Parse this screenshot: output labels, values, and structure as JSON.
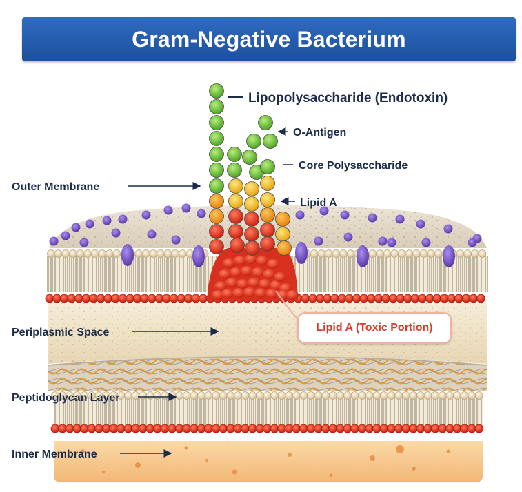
{
  "title": "Gram-Negative Bacterium",
  "labels": {
    "lps": "Lipopolysaccharide (Endotoxin)",
    "o_antigen": "O-Antigen",
    "core": "Core Polysaccharide",
    "lipid_a": "Lipid A",
    "outer_membrane": "Outer Membrane",
    "periplasmic": "Periplasmic Space",
    "peptidoglycan": "Peptidoglycan Layer",
    "inner_membrane": "Inner Membrane",
    "lipid_a_toxic": "Lipid A  (Toxic Portion)"
  },
  "colors": {
    "title_bg": "#1f55a6",
    "green": "#6cc43c",
    "yellow": "#f4c02a",
    "orange": "#f39a1c",
    "red": "#e53322",
    "purple": "#7c5bc4",
    "beige": "#efe3c9",
    "label": "#1c2b4a",
    "callout_text": "#d93a2b"
  }
}
